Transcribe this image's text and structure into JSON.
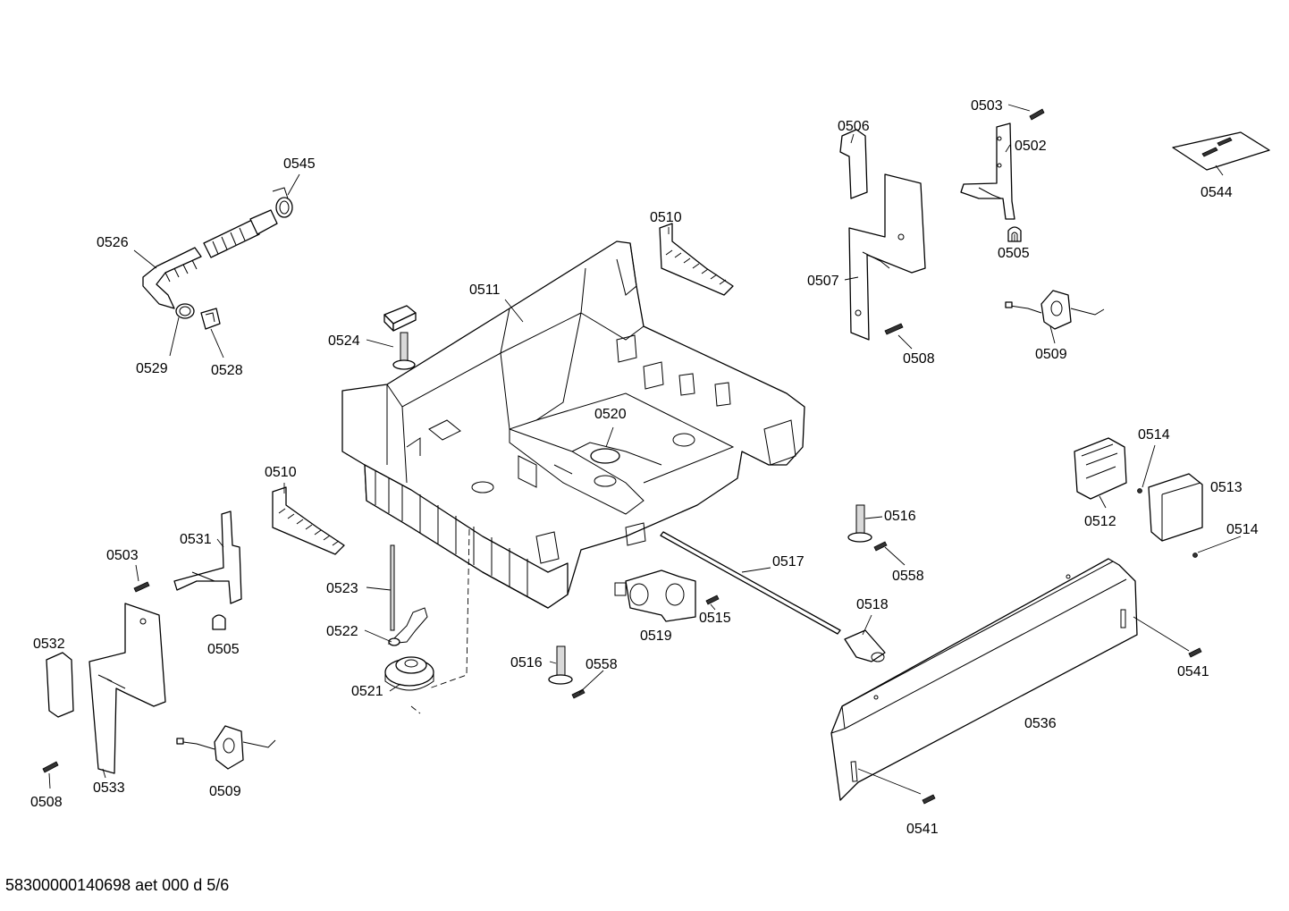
{
  "footer_code": "58300000140698 aet 000 d 5/6",
  "labels": {
    "p0503_top": "0503",
    "p0502": "0502",
    "p0506": "0506",
    "p0544": "0544",
    "p0505_top": "0505",
    "p0507": "0507",
    "p0508_top": "0508",
    "p0509_top": "0509",
    "p0545": "0545",
    "p0526": "0526",
    "p0510_top": "0510",
    "p0511": "0511",
    "p0524": "0524",
    "p0529": "0529",
    "p0528": "0528",
    "p0520": "0520",
    "p0514_top": "0514",
    "p0513": "0513",
    "p0512": "0512",
    "p0514_right": "0514",
    "p0510_left": "0510",
    "p0516_right": "0516",
    "p0558_right": "0558",
    "p0531": "0531",
    "p0503_left": "0503",
    "p0517": "0517",
    "p0523": "0523",
    "p0518": "0518",
    "p0515": "0515",
    "p0519": "0519",
    "p0505_left": "0505",
    "p0532": "0532",
    "p0522": "0522",
    "p0516_mid": "0516",
    "p0558_mid": "0558",
    "p0541_right": "0541",
    "p0521": "0521",
    "p0536": "0536",
    "p0509_left": "0509",
    "p0533": "0533",
    "p0508_left": "0508",
    "p0541_bottom": "0541"
  }
}
